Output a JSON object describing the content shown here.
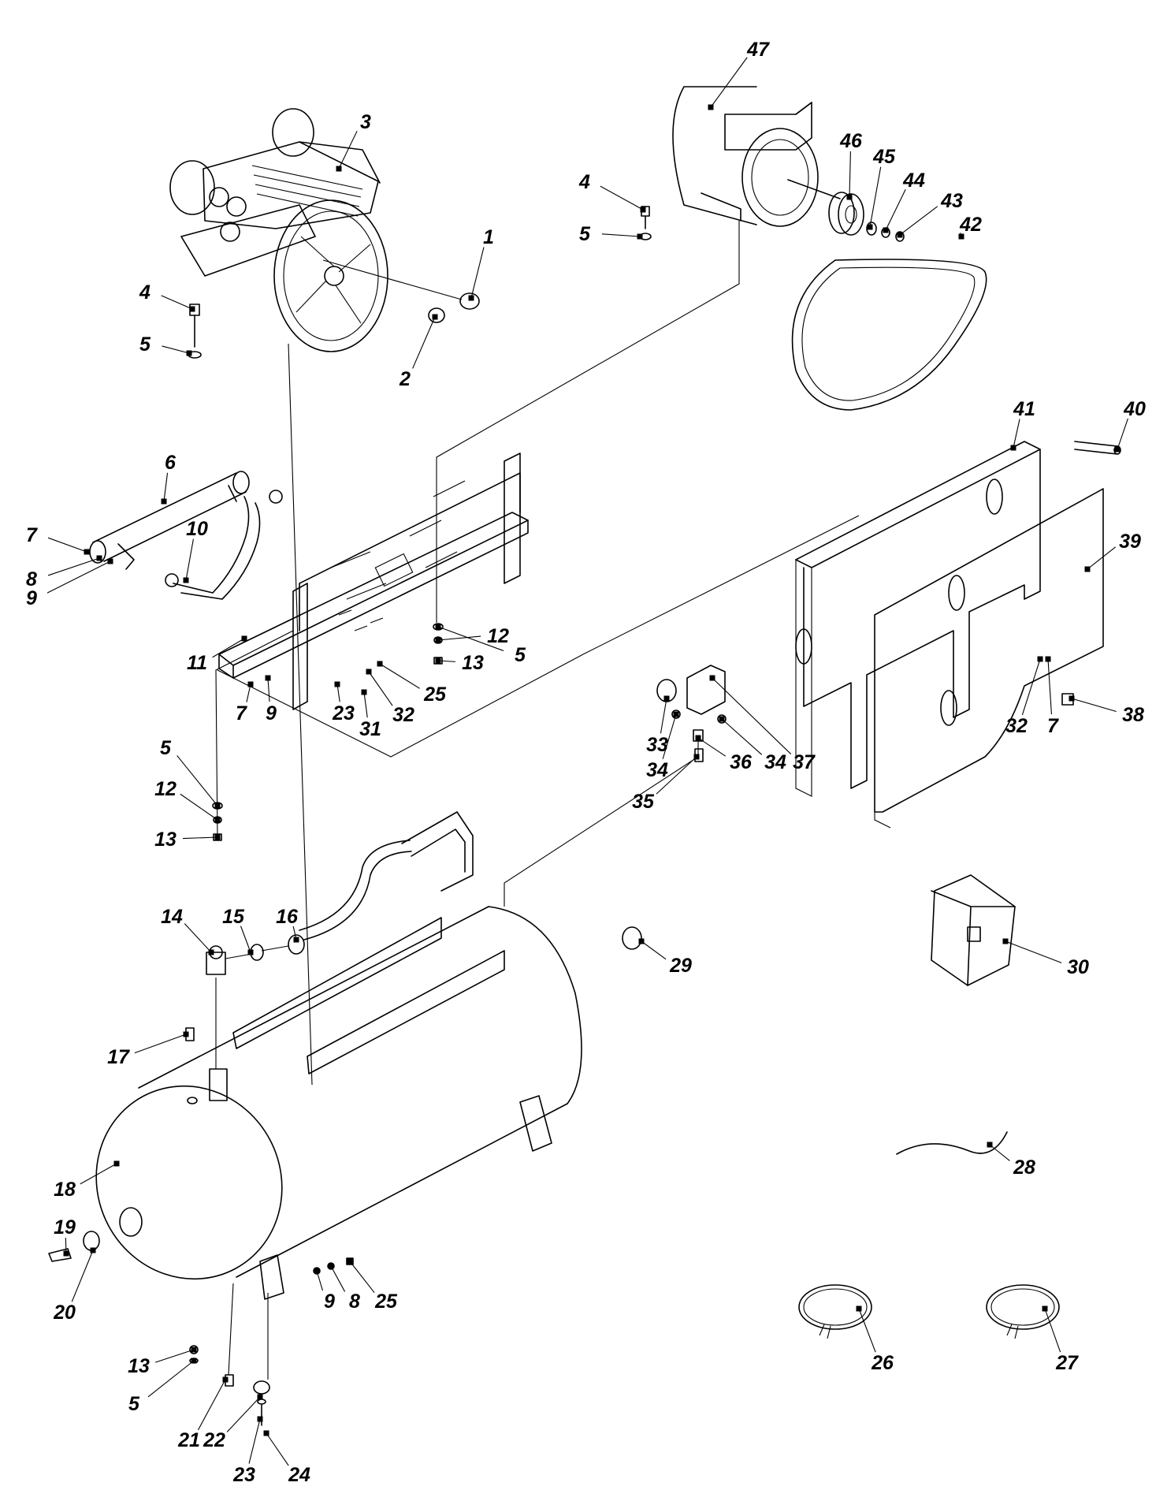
{
  "callouts": [
    {
      "id": "c1",
      "label": "1"
    },
    {
      "id": "c2",
      "label": "2"
    },
    {
      "id": "c3",
      "label": "3"
    },
    {
      "id": "c4a",
      "label": "4"
    },
    {
      "id": "c5a",
      "label": "5"
    },
    {
      "id": "c4b",
      "label": "4"
    },
    {
      "id": "c5b",
      "label": "5"
    },
    {
      "id": "c6",
      "label": "6"
    },
    {
      "id": "c7a",
      "label": "7"
    },
    {
      "id": "c8a",
      "label": "8"
    },
    {
      "id": "c9a",
      "label": "9"
    },
    {
      "id": "c10",
      "label": "10"
    },
    {
      "id": "c11",
      "label": "11"
    },
    {
      "id": "c5c",
      "label": "5"
    },
    {
      "id": "c12a",
      "label": "12"
    },
    {
      "id": "c13a",
      "label": "13"
    },
    {
      "id": "c23a",
      "label": "23"
    },
    {
      "id": "c31",
      "label": "31"
    },
    {
      "id": "c32a",
      "label": "32"
    },
    {
      "id": "c25a",
      "label": "25"
    },
    {
      "id": "c7b",
      "label": "7"
    },
    {
      "id": "c9b",
      "label": "9"
    },
    {
      "id": "c5d",
      "label": "5"
    },
    {
      "id": "c12b",
      "label": "12"
    },
    {
      "id": "c13b",
      "label": "13"
    },
    {
      "id": "c14",
      "label": "14"
    },
    {
      "id": "c15",
      "label": "15"
    },
    {
      "id": "c16",
      "label": "16"
    },
    {
      "id": "c17",
      "label": "17"
    },
    {
      "id": "c18",
      "label": "18"
    },
    {
      "id": "c19",
      "label": "19"
    },
    {
      "id": "c20",
      "label": "20"
    },
    {
      "id": "c13c",
      "label": "13"
    },
    {
      "id": "c5e",
      "label": "5"
    },
    {
      "id": "c21",
      "label": "21"
    },
    {
      "id": "c22",
      "label": "22"
    },
    {
      "id": "c23b",
      "label": "23"
    },
    {
      "id": "c24",
      "label": "24"
    },
    {
      "id": "c9c",
      "label": "9"
    },
    {
      "id": "c8b",
      "label": "8"
    },
    {
      "id": "c25b",
      "label": "25"
    },
    {
      "id": "c26",
      "label": "26"
    },
    {
      "id": "c27",
      "label": "27"
    },
    {
      "id": "c28",
      "label": "28"
    },
    {
      "id": "c29",
      "label": "29"
    },
    {
      "id": "c30",
      "label": "30"
    },
    {
      "id": "c33",
      "label": "33"
    },
    {
      "id": "c34a",
      "label": "34"
    },
    {
      "id": "c35",
      "label": "35"
    },
    {
      "id": "c36",
      "label": "36"
    },
    {
      "id": "c34b",
      "label": "34"
    },
    {
      "id": "c37",
      "label": "37"
    },
    {
      "id": "c32b",
      "label": "32"
    },
    {
      "id": "c7c",
      "label": "7"
    },
    {
      "id": "c38",
      "label": "38"
    },
    {
      "id": "c39",
      "label": "39"
    },
    {
      "id": "c40",
      "label": "40"
    },
    {
      "id": "c41",
      "label": "41"
    },
    {
      "id": "c42",
      "label": "42"
    },
    {
      "id": "c43",
      "label": "43"
    },
    {
      "id": "c44",
      "label": "44"
    },
    {
      "id": "c45",
      "label": "45"
    },
    {
      "id": "c46",
      "label": "46"
    },
    {
      "id": "c47",
      "label": "47"
    }
  ]
}
